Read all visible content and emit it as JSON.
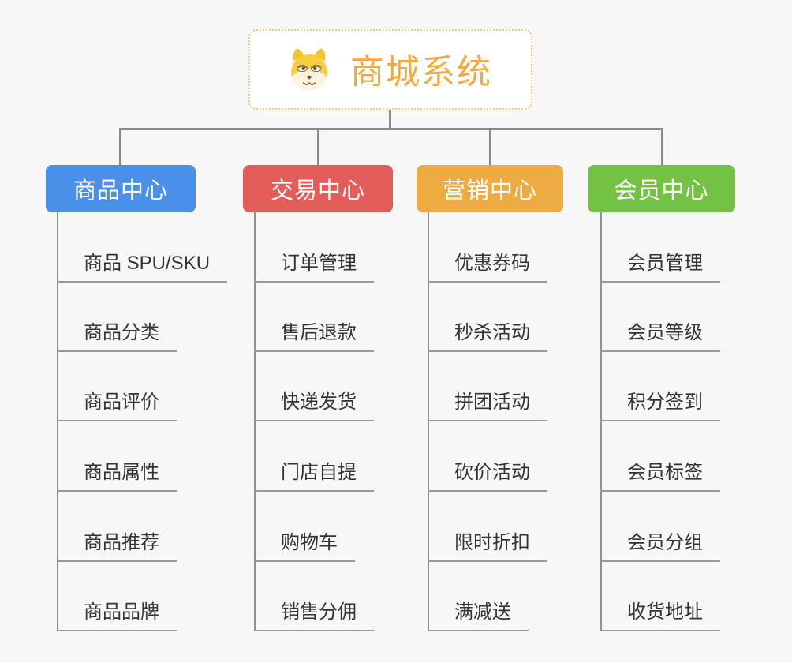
{
  "canvas": {
    "background": "#f7f7f7",
    "connector_color": "#8a8a8a",
    "leaf_underline_color": "#9a9a9a"
  },
  "root": {
    "title": "商城系统",
    "icon": "dog-face-icon",
    "border_color": "#f6c77c",
    "title_color": "#f2a93e",
    "background": "#ffffff"
  },
  "branches": [
    {
      "label": "商品中心",
      "color": "#4a90e8",
      "items": [
        "商品 SPU/SKU",
        "商品分类",
        "商品评价",
        "商品属性",
        "商品推荐",
        "商品品牌"
      ]
    },
    {
      "label": "交易中心",
      "color": "#e45c58",
      "items": [
        "订单管理",
        "售后退款",
        "快递发货",
        "门店自提",
        "购物车",
        "销售分佣"
      ]
    },
    {
      "label": "营销中心",
      "color": "#edac42",
      "items": [
        "优惠券码",
        "秒杀活动",
        "拼团活动",
        "砍价活动",
        "限时折扣",
        "满减送"
      ]
    },
    {
      "label": "会员中心",
      "color": "#74c244",
      "items": [
        "会员管理",
        "会员等级",
        "积分签到",
        "会员标签",
        "会员分组",
        "收货地址"
      ]
    }
  ]
}
